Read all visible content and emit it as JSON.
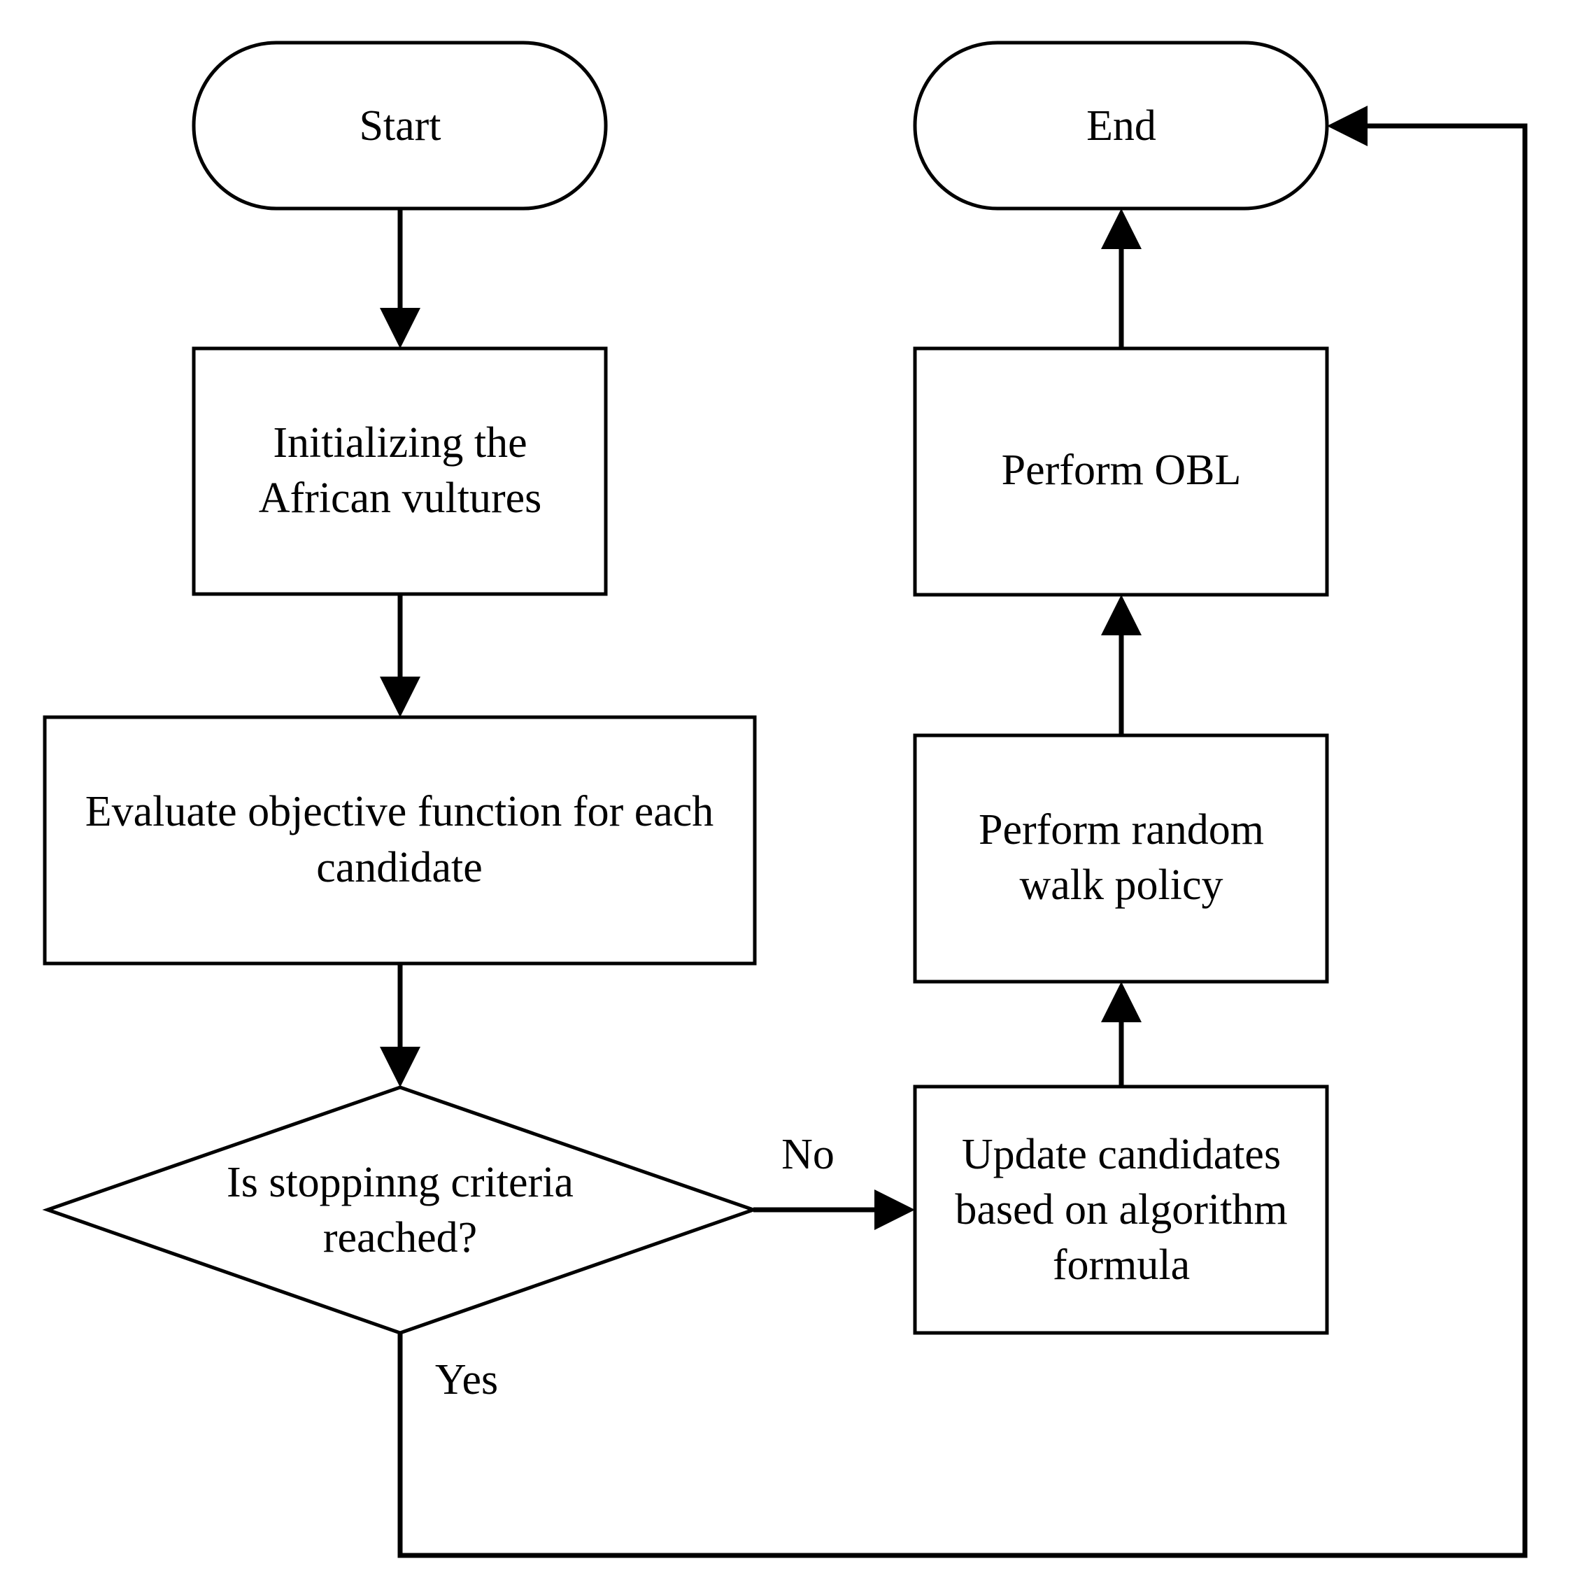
{
  "nodes": {
    "start": {
      "lines": [
        "Start"
      ]
    },
    "end": {
      "lines": [
        "End"
      ]
    },
    "init": {
      "lines": [
        "Initializing the",
        "African vultures"
      ]
    },
    "evaluate": {
      "lines": [
        "Evaluate objective function for each",
        "candidate"
      ]
    },
    "decision": {
      "lines": [
        "Is stoppinng criteria",
        "reached?"
      ]
    },
    "update": {
      "lines": [
        "Update candidates",
        "based on algorithm",
        "formula"
      ]
    },
    "random_walk": {
      "lines": [
        "Perform random",
        "walk policy"
      ]
    },
    "obl": {
      "lines": [
        "Perform OBL"
      ]
    }
  },
  "edge_labels": {
    "no": "No",
    "yes": "Yes"
  }
}
